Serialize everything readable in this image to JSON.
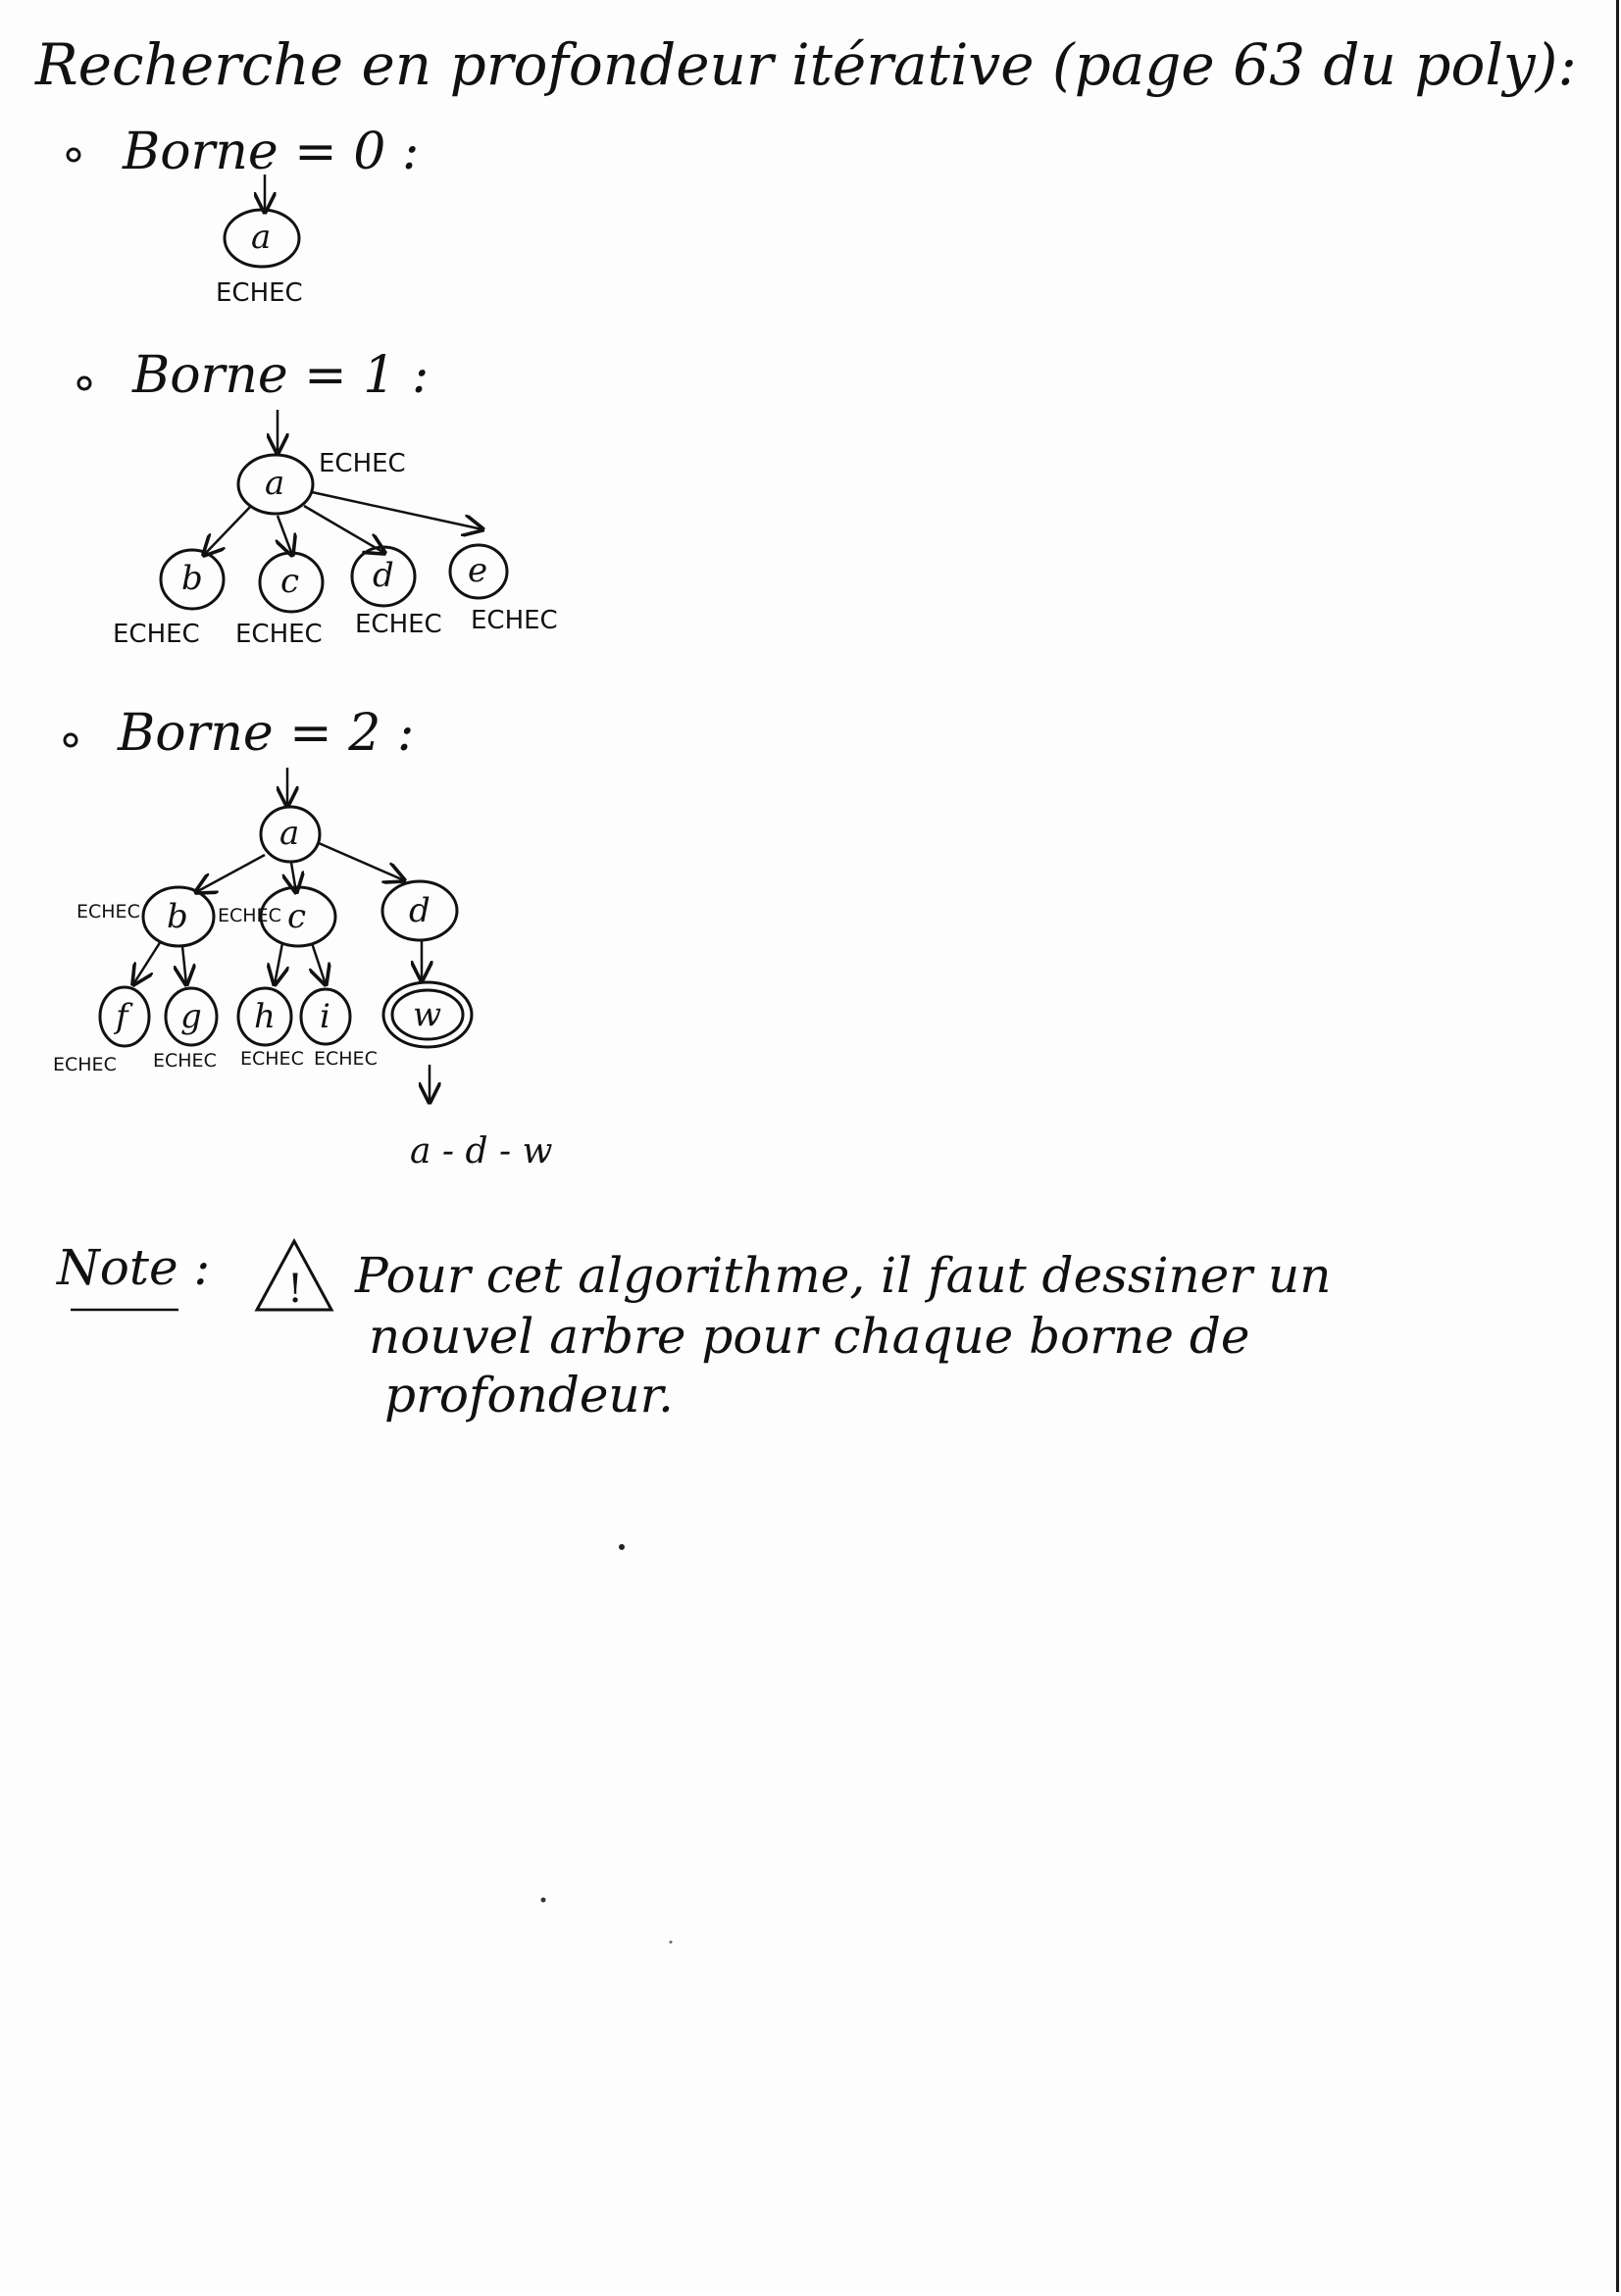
{
  "title": "Recherche en profondeur itérative (page 63 du poly):",
  "sections": [
    {
      "heading": "Borne = 0 :",
      "nodes": [
        "a"
      ],
      "labels": [
        "ECHEC"
      ]
    },
    {
      "heading": "Borne = 1 :",
      "nodes": [
        "a",
        "b",
        "c",
        "d",
        "e"
      ],
      "labels": [
        "ECHEC",
        "ECHEC",
        "ECHEC",
        "ECHEC",
        "ECHEC"
      ]
    },
    {
      "heading": "Borne = 2 :",
      "nodes": [
        "a",
        "b",
        "c",
        "d",
        "f",
        "g",
        "h",
        "i",
        "w"
      ],
      "labels": [
        "ECHEC",
        "ECHEC",
        "ECHEC",
        "ECHEC",
        "ECHEC",
        "ECHEC"
      ],
      "path": "a - d - w"
    }
  ],
  "note": {
    "label": "Note :",
    "warning_glyph": "!",
    "lines": [
      "Pour cet algorithme, il faut dessiner un",
      "nouvel arbre pour chaque borne de",
      "profondeur."
    ]
  }
}
